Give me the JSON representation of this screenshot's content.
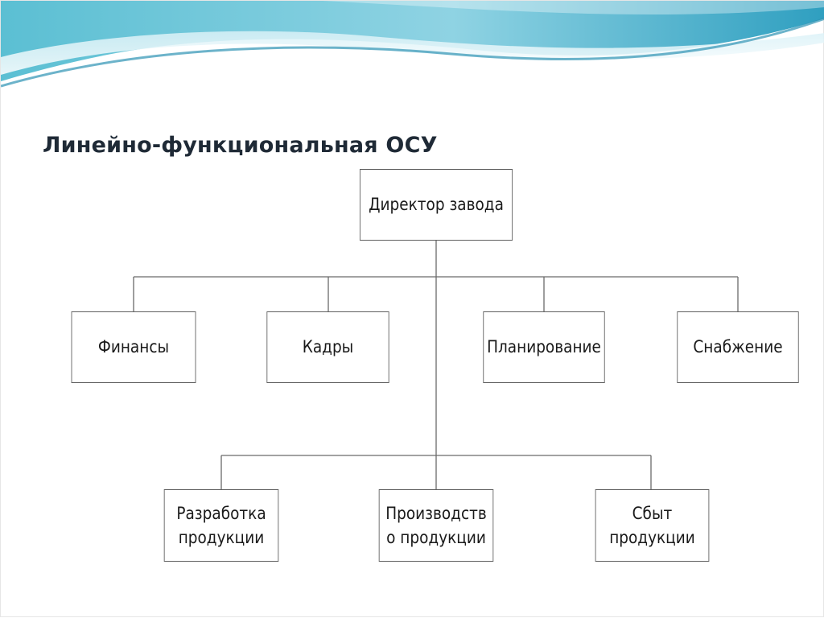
{
  "slide": {
    "title": "Линейно-функциональная ОСУ"
  },
  "org_chart": {
    "root": "Директор завода",
    "functional_units": [
      "Финансы",
      "Кадры",
      "Планирование",
      "Снабжение"
    ],
    "line_units": [
      "Разработка\nпродукции",
      "Производств\nо продукции",
      "Сбыт\nпродукции"
    ]
  },
  "theme": {
    "wave_dark": "#3aaec7",
    "wave_light": "#bfe7f1",
    "line_color": "#6a6a6a",
    "border_color": "#5f5f5f"
  }
}
